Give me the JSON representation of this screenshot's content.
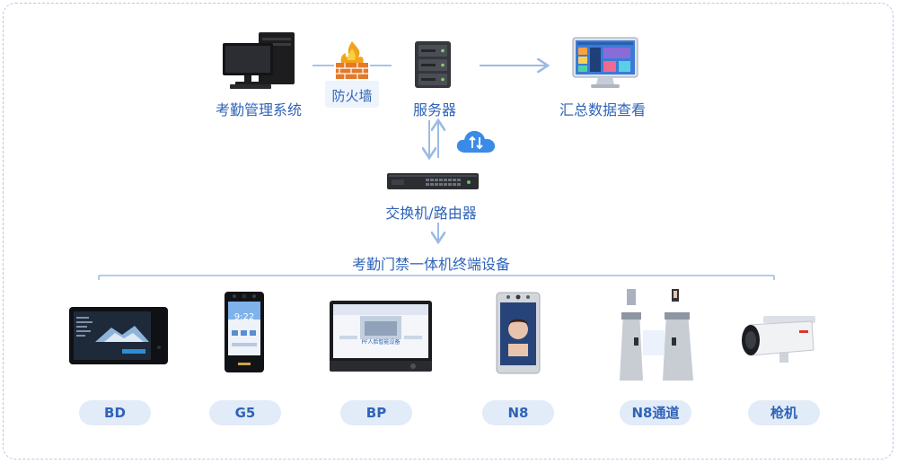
{
  "top_row": {
    "attendance_system": "考勤管理系统",
    "firewall": "防火墙",
    "server": "服务器",
    "summary_view": "汇总数据查看"
  },
  "middle": {
    "switch_router": "交换机/路由器",
    "terminal_devices": "考勤门禁一体机终端设备"
  },
  "devices": [
    "BD",
    "G5",
    "BP",
    "N8",
    "N8通道",
    "枪机"
  ],
  "screen_text": {
    "g5_time": "9:22",
    "bp_banner": "PF人脸智能设备"
  },
  "colors": {
    "label_blue": "#2f63b8",
    "pill_bg": "#e2ebf8",
    "line_blue": "#9bbbe4",
    "frame_border": "#b8c9e6"
  },
  "icons": [
    "desktop-computer-icon",
    "firewall-icon",
    "server-rack-icon",
    "monitor-dashboard-icon",
    "cloud-sync-icon",
    "network-switch-icon"
  ]
}
